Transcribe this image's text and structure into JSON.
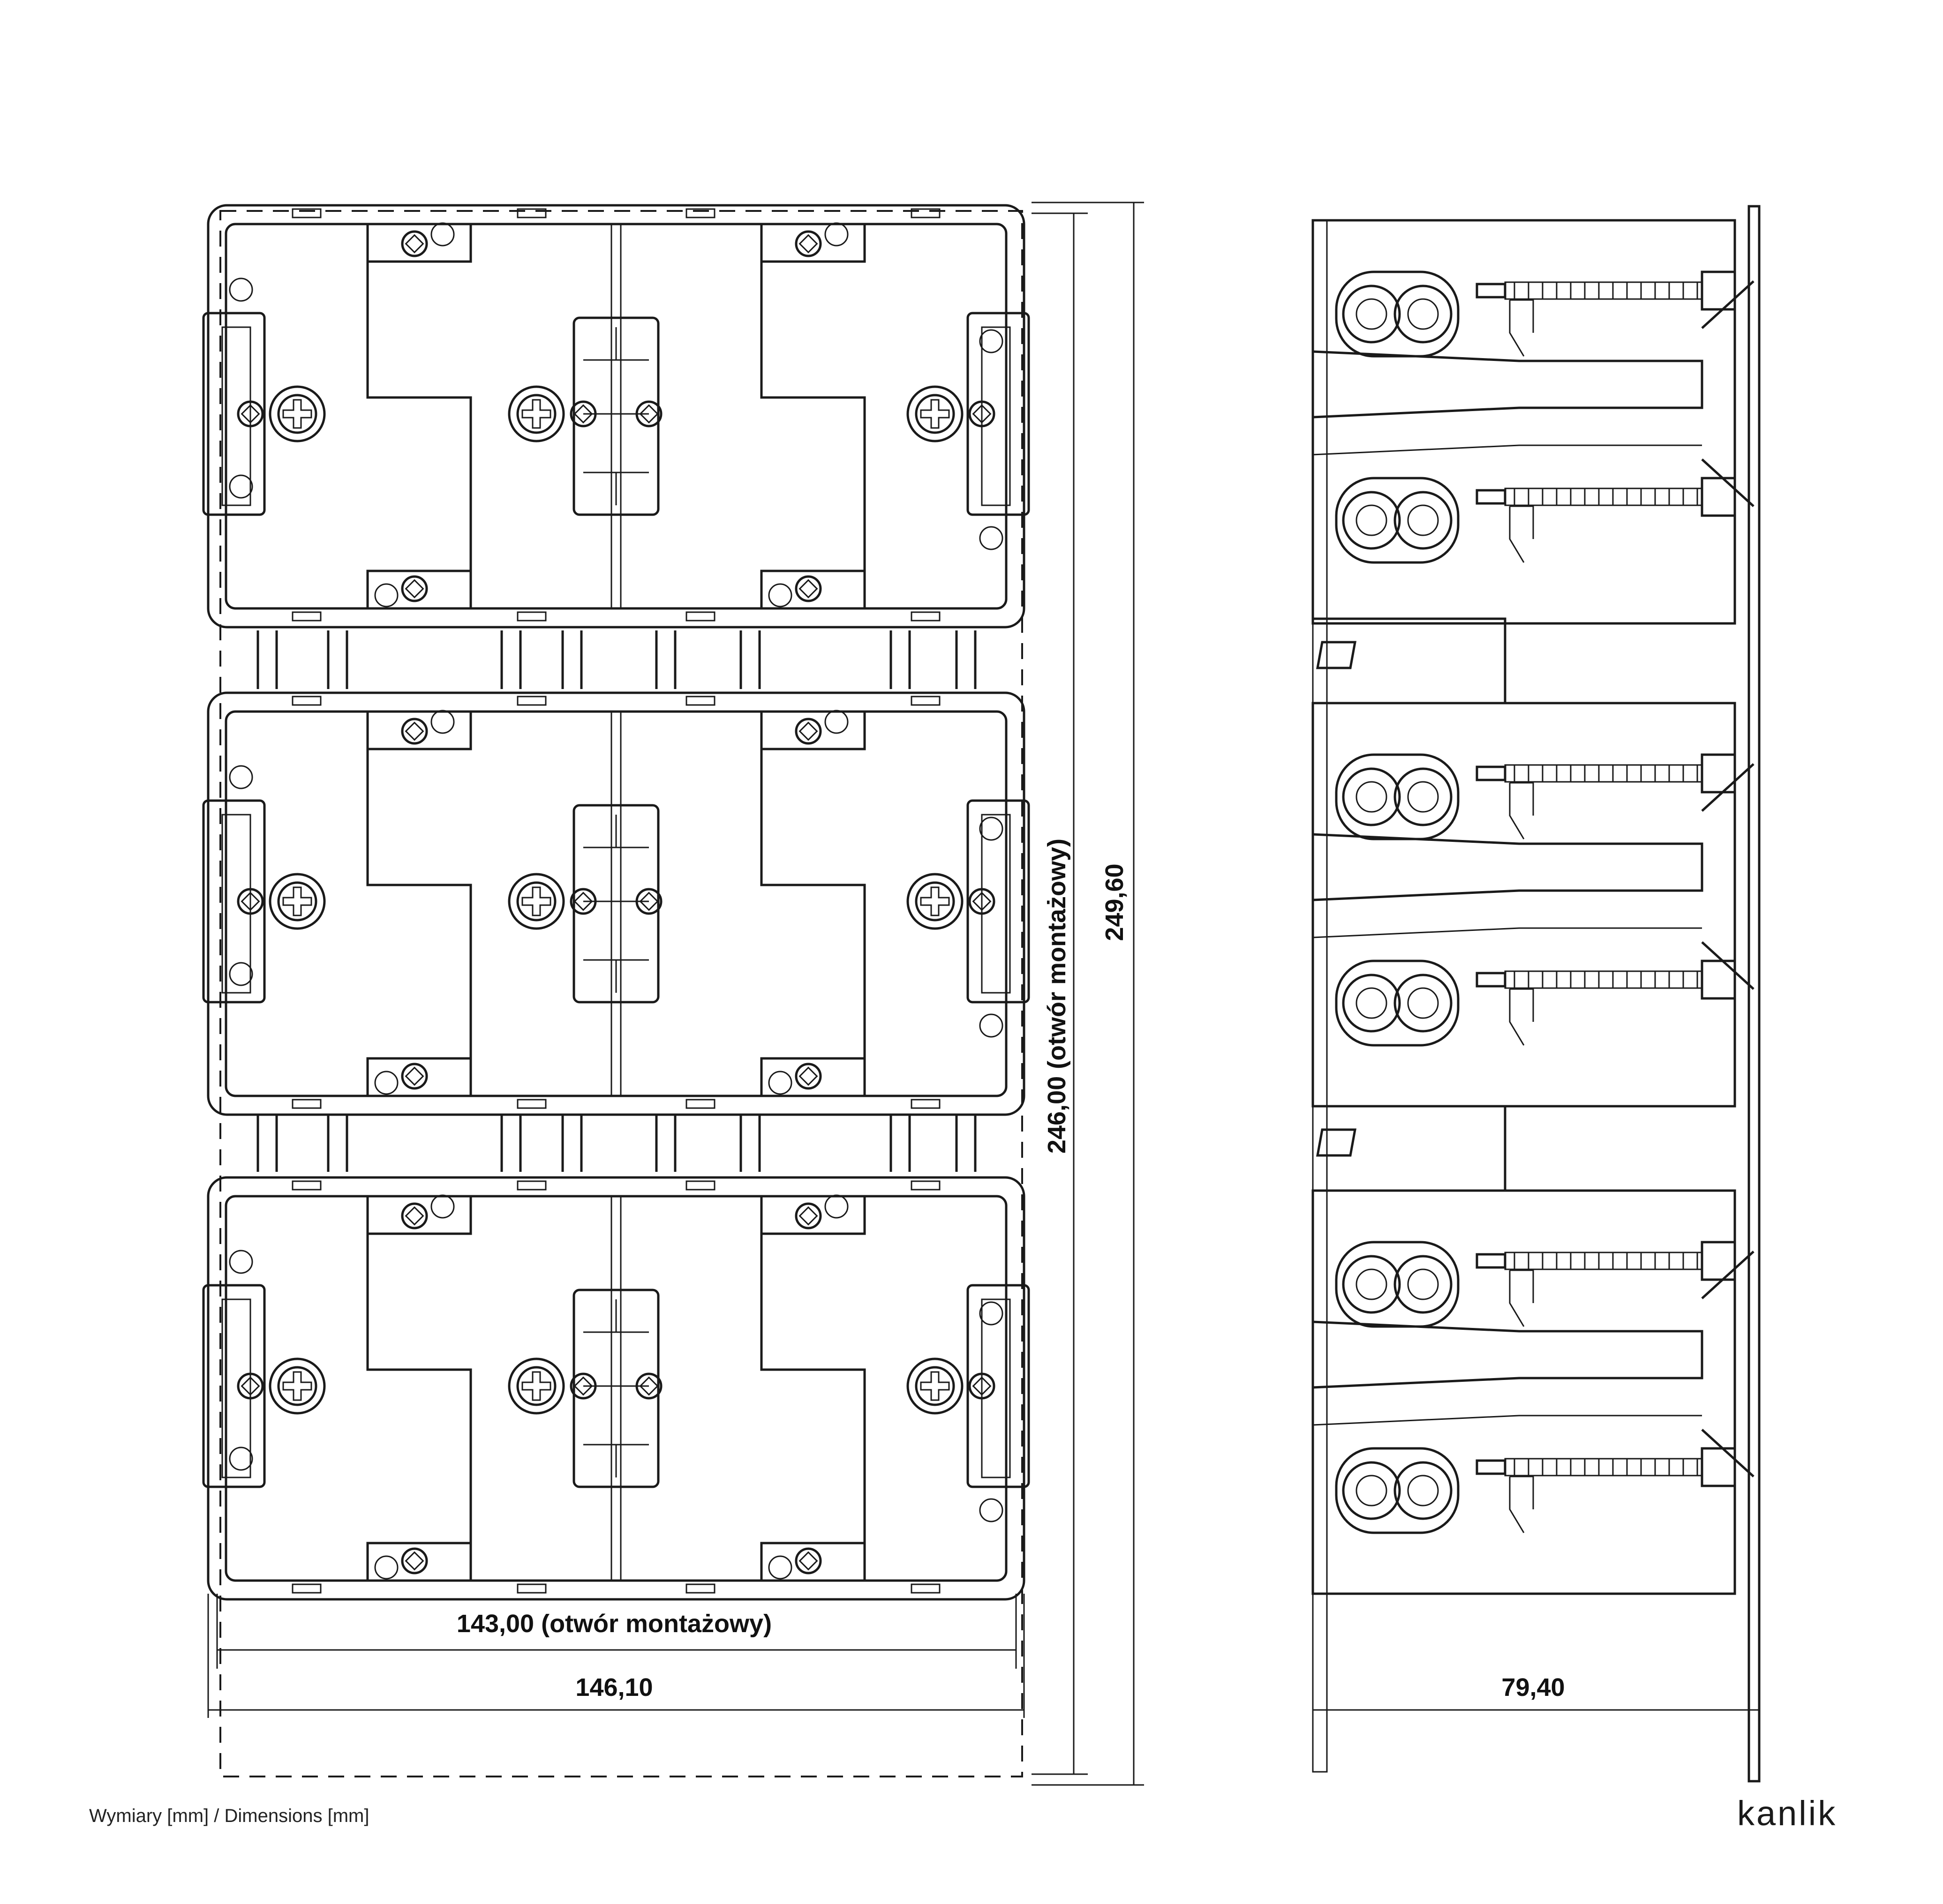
{
  "dimensions": {
    "front_width_mounting": "143,00 (otwór montażowy)",
    "front_width_total": "146,10",
    "front_height_mounting": "246,00 (otwór montażowy)",
    "front_height_total": "249,60",
    "side_depth": "79,40"
  },
  "footer": {
    "caption": "Wymiary [mm] / Dimensions [mm]",
    "brand": "kanlik"
  }
}
